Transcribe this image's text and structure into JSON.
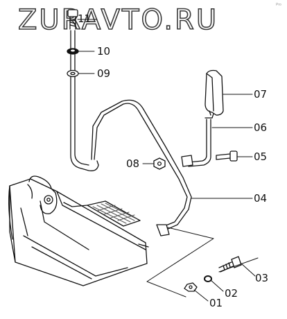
{
  "watermark": "ZURAVTO.RU",
  "corner_mark": "Pro",
  "colors": {
    "stroke": "#111111",
    "hatch": "#555555",
    "watermark_outline": "#3a3a3a"
  },
  "callouts": {
    "p01": "01",
    "p02": "02",
    "p03": "03",
    "p04": "04",
    "p05": "05",
    "p06": "06",
    "p07": "07",
    "p08": "08",
    "p09": "09",
    "p10": "10",
    "p11": "11"
  }
}
